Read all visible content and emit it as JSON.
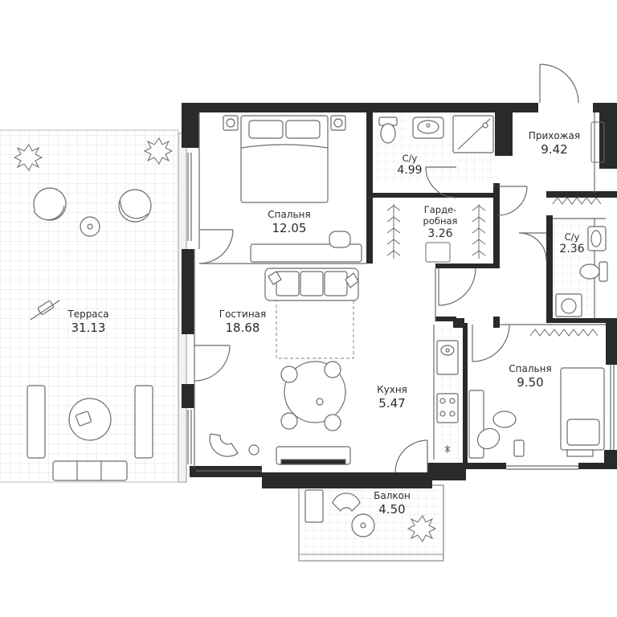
{
  "rooms": {
    "terrace": {
      "name": "Терраса",
      "area": "31.13"
    },
    "living": {
      "name": "Гостиная",
      "area": "18.68"
    },
    "bedroom1": {
      "name": "Спальня",
      "area": "12.05"
    },
    "bath1": {
      "name": "С/у",
      "area": "4.99"
    },
    "wardrobe": {
      "name_line1": "Гарде-",
      "name_line2": "робная",
      "area": "3.26"
    },
    "hallway": {
      "name": "Прихожая",
      "area": "9.42"
    },
    "bath2": {
      "name": "С/у",
      "area": "2.36"
    },
    "bedroom2": {
      "name": "Спальня",
      "area": "9.50"
    },
    "kitchen": {
      "name": "Кухня",
      "area": "5.47"
    },
    "balcony": {
      "name": "Балкон",
      "area": "4.50"
    }
  },
  "colors": {
    "wall": "#2a2a2a",
    "line": "#6b6b6b",
    "grid": "#d9d9d9",
    "text": "#2b2b2b"
  },
  "icons": [
    "plant-icon",
    "armchair-icon",
    "sofa-icon",
    "bed-icon",
    "dining-table-icon",
    "toilet-icon",
    "sink-icon",
    "shower-icon",
    "washing-machine-icon",
    "stove-icon",
    "lounger-icon",
    "hanger-icon"
  ]
}
